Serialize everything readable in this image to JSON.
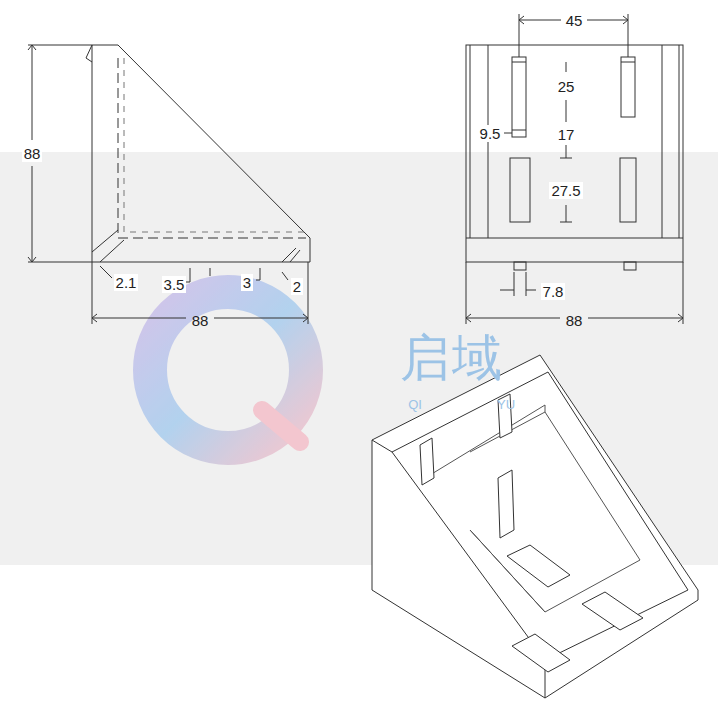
{
  "diagram": {
    "labels": [
      "88",
      "2.1",
      "3.5",
      "3",
      "2",
      "88",
      "45",
      "25",
      "9.5",
      "17",
      "27.5",
      "7.8",
      "88",
      "启域",
      "QI",
      "YU"
    ]
  }
}
